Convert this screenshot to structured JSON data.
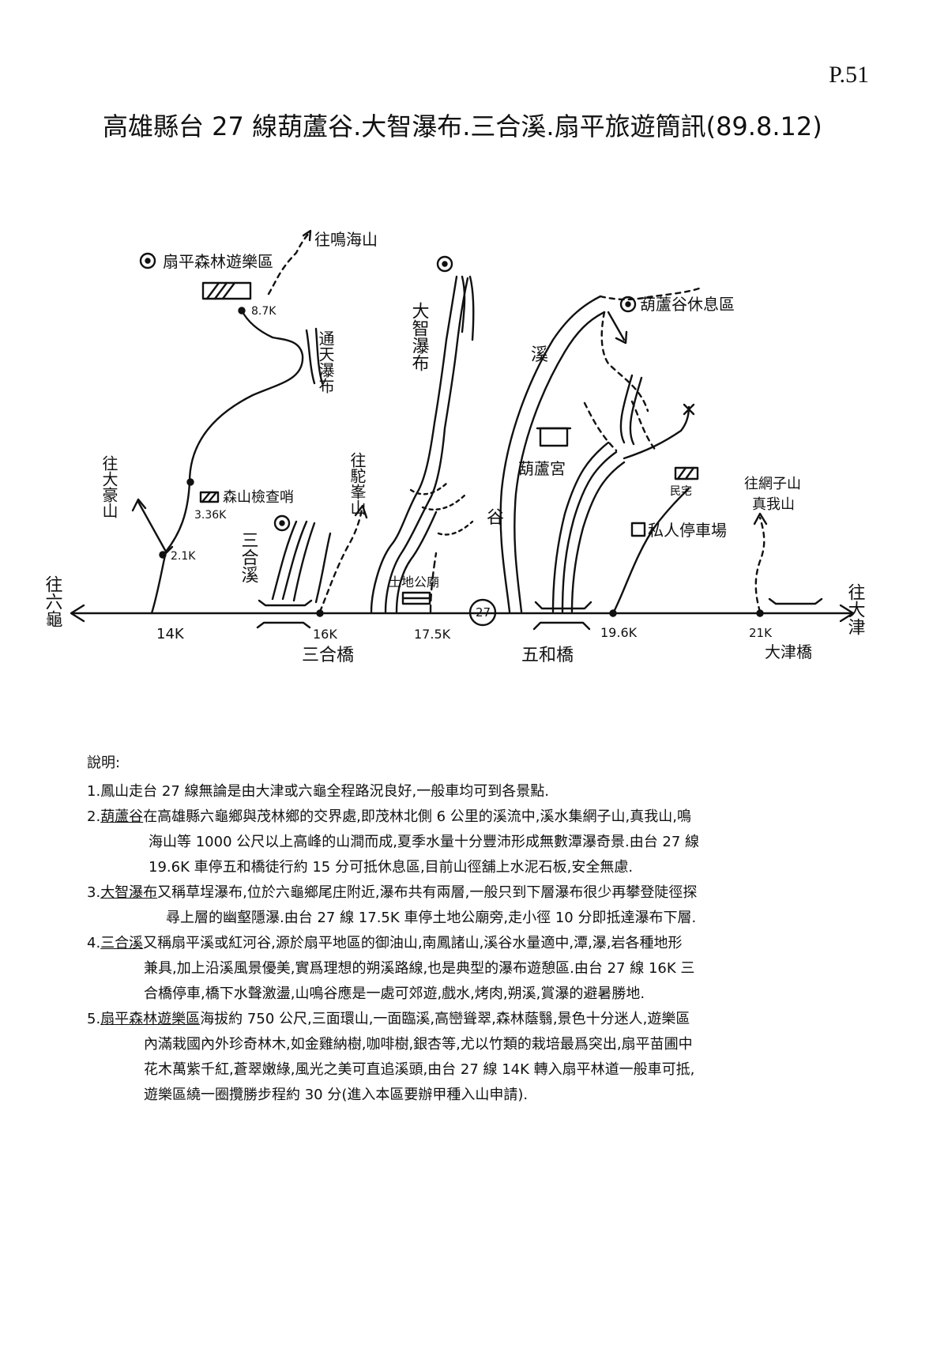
{
  "page_number": "P.51",
  "title": "高雄縣台 27 線葫蘆谷.大智瀑布.三合溪.扇平旅遊簡訊(89.8.12)",
  "map": {
    "labels": {
      "to_liugui": "往六龜",
      "to_dajin": "往大津",
      "route_badge": "27",
      "km14": "14K",
      "km16": "16K",
      "km175": "17.5K",
      "km196": "19.6K",
      "km21": "21K",
      "sanhe_bridge": "三合橋",
      "wuhe_bridge": "五和橋",
      "dajin_bridge": "大津橋",
      "shanping": "扇平森林遊樂區",
      "to_mingtanshan": "往鳴海山",
      "km87": "8.7K",
      "tongtian_falls": "通天瀑布",
      "to_daxiaoshan": "往大豪山",
      "km21_fork": "2.1K",
      "forest_checkpoint": "森山檢查哨",
      "km336": "3.36K",
      "sanhe_creek": "三合溪",
      "to_tuoping": "往駝峯山",
      "dazhi_falls": "大智瀑布",
      "earth_god_temple": "土地公廟",
      "hulu_rest": "葫蘆谷休息區",
      "hulu_valley_a": "溪",
      "hulu_valley_b": "谷",
      "hulu_temple": "葫蘆宮",
      "house": "民宅",
      "parking": "私人停車場",
      "to_wangzishan": "往網子山",
      "zhenwoshan": "真我山"
    }
  },
  "notes": {
    "heading": "說明:",
    "items": [
      {
        "num": "1.",
        "term": "",
        "first": "鳳山走台 27 線無論是由大津或六龜全程路況良好,一般車均可到各景點.",
        "rest": []
      },
      {
        "num": "2.",
        "term": "葫蘆谷",
        "first": "在高雄縣六龜鄉與茂林鄉的交界處,即茂林北側 6 公里的溪流中,溪水集網子山,真我山,鳴",
        "rest": [
          "海山等 1000 公尺以上高峰的山澗而成,夏季水量十分豐沛形成無數潭瀑奇景.由台 27 線",
          "19.6K 車停五和橋徒行約 15 分可抵休息區,目前山徑舖上水泥石板,安全無慮."
        ]
      },
      {
        "num": "3.",
        "term": "大智瀑布",
        "first": "又稱草埕瀑布,位於六龜鄉尾庄附近,瀑布共有兩層,一般只到下層瀑布很少再攀登陡徑探",
        "rest": [
          "尋上層的幽壑隱瀑.由台 27 線 17.5K 車停土地公廟旁,走小徑 10 分即抵達瀑布下層."
        ]
      },
      {
        "num": "4.",
        "term": "三合溪",
        "first": "又稱扇平溪或紅河谷,源於扇平地區的御油山,南鳳諸山,溪谷水量適中,潭,瀑,岩各種地形",
        "rest": [
          "兼具,加上沿溪風景優美,實爲理想的朔溪路線,也是典型的瀑布遊憩區.由台 27 線 16K 三",
          "合橋停車,橋下水聲激盪,山鳴谷應是一處可郊遊,戲水,烤肉,朔溪,賞瀑的避暑勝地."
        ]
      },
      {
        "num": "5.",
        "term": "扇平森林遊樂區",
        "first": "海拔約 750 公尺,三面環山,一面臨溪,高巒聳翠,森林蔭翳,景色十分迷人,遊樂區",
        "rest": [
          "內滿栽國內外珍奇林木,如金雞納樹,咖啡樹,銀杏等,尤以竹類的栽培最爲突出,扇平苗圃中",
          "花木萬紫千紅,蒼翠嫩綠,風光之美可直追溪頭,由台 27 線 14K 轉入扇平林道一般車可抵,",
          "遊樂區繞一圈攬勝步程約 30 分(進入本區要辦甲種入山申請)."
        ]
      }
    ]
  }
}
